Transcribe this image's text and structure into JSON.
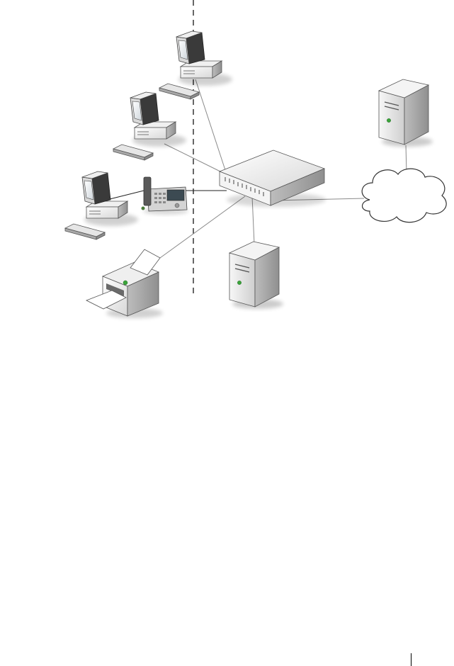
{
  "diagram": {
    "nodes": [
      {
        "id": "pc-top",
        "icon": "desktop-computer-icon"
      },
      {
        "id": "pc-middle",
        "icon": "desktop-computer-icon"
      },
      {
        "id": "pc-left",
        "icon": "desktop-computer-icon"
      },
      {
        "id": "ip-phone",
        "icon": "ip-phone-icon"
      },
      {
        "id": "printer",
        "icon": "printer-icon"
      },
      {
        "id": "switch",
        "icon": "network-switch-icon"
      },
      {
        "id": "server-bottom",
        "icon": "tower-server-icon"
      },
      {
        "id": "server-top-right",
        "icon": "tower-server-icon"
      },
      {
        "id": "cloud",
        "icon": "cloud-icon"
      }
    ],
    "connections": [
      {
        "from": "pc-top",
        "to": "switch"
      },
      {
        "from": "pc-middle",
        "to": "switch"
      },
      {
        "from": "pc-left",
        "to": "ip-phone"
      },
      {
        "from": "ip-phone",
        "to": "switch"
      },
      {
        "from": "printer",
        "to": "switch"
      },
      {
        "from": "server-bottom",
        "to": "switch"
      },
      {
        "from": "switch",
        "to": "cloud"
      },
      {
        "from": "server-top-right",
        "to": "cloud"
      }
    ],
    "colors": {
      "line": "#8a8a8a",
      "device_light": "#f2f2f2",
      "device_mid": "#cfcfcf",
      "device_dark": "#9a9a9a",
      "screen": "#2a2a2a",
      "led_green": "#3aa53a"
    }
  }
}
